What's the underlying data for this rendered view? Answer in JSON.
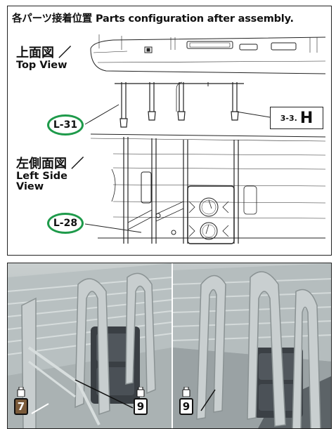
{
  "top_panel": {
    "title_jp": "各パーツ接着位置",
    "title_en": "Parts configuration after assembly.",
    "top_view": {
      "jp": "上面図 ／",
      "en": "Top View"
    },
    "side_view": {
      "jp": "左側面図 ／",
      "en_line1": "Left Side",
      "en_line2": "View"
    },
    "parts": {
      "l31": "L-31",
      "l28": "L-28"
    },
    "reference": {
      "step": "3-3.",
      "letter": "H"
    }
  },
  "photo_panel": {
    "colors": {
      "seven": "7",
      "nine_left": "9",
      "nine_right": "9"
    },
    "paint_7_color": "#7a5a3a",
    "paint_9_color": "#ffffff"
  }
}
